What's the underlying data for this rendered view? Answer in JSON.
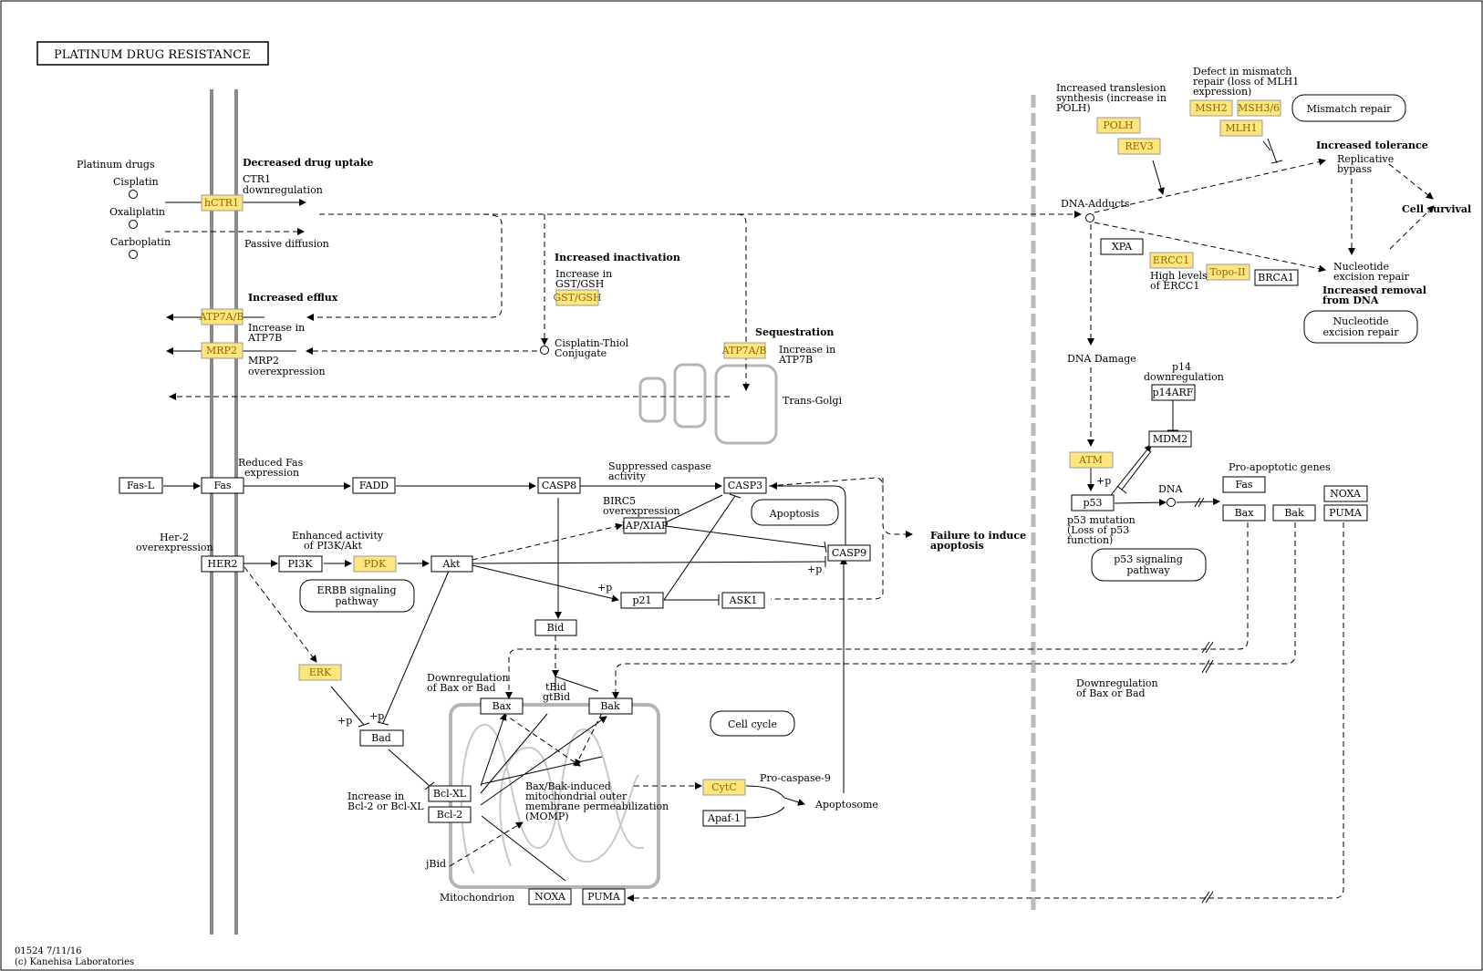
{
  "title": "PLATINUM DRUG RESISTANCE",
  "footer": {
    "line1": "01524 7/11/16",
    "line2": "(c) Kanehisa Laboratories"
  },
  "colors": {
    "gene_highlight": "#ffe57f",
    "membrane": "#8a8a8a",
    "organelle": "#b5b5b5"
  },
  "genes": {
    "hctr1": "hCTR1",
    "atp7ab_efflux": "ATP7A/B",
    "mrp2": "MRP2",
    "gstgsh": "GST/GSH",
    "atp7ab_seq": "ATP7A/B",
    "fasl": "Fas-L",
    "fas": "Fas",
    "fadd": "FADD",
    "casp8": "CASP8",
    "casp3": "CASP3",
    "iapxiap": "IAP/XIAP",
    "casp9": "CASP9",
    "her2": "HER2",
    "pi3k": "PI3K",
    "pdk": "PDK",
    "akt": "Akt",
    "p21": "p21",
    "ask1": "ASK1",
    "bid": "Bid",
    "erk": "ERK",
    "bad": "Bad",
    "bax_mito": "Bax",
    "bak_mito": "Bak",
    "bclxl": "Bcl-XL",
    "bcl2": "Bcl-2",
    "cytc": "CytC",
    "apaf1": "Apaf-1",
    "noxa_mito": "NOXA",
    "puma_mito": "PUMA",
    "polh": "POLH",
    "rev3": "REV3",
    "msh2": "MSH2",
    "msh36": "MSH3/6",
    "mlh1": "MLH1",
    "xpa": "XPA",
    "ercc1": "ERCC1",
    "topoii": "Topo-II",
    "brca1": "BRCA1",
    "p14arf": "p14ARF",
    "mdm2": "MDM2",
    "atm": "ATM",
    "p53": "p53",
    "fas_r": "Fas",
    "bax_r": "Bax",
    "bak_r": "Bak",
    "noxa_r": "NOXA",
    "puma_r": "PUMA"
  },
  "pathways": {
    "apoptosis": "Apoptosis",
    "erbb": [
      "ERBB signaling",
      "pathway"
    ],
    "cellcycle": "Cell cycle",
    "mismatch": "Mismatch repair",
    "ner": [
      "Nucleotide",
      "excision repair"
    ],
    "p53": [
      "p53 signaling",
      "pathway"
    ]
  },
  "labels": {
    "platinum_drugs": "Platinum drugs",
    "cisplatin": "Cisplatin",
    "oxaliplatin": "Oxaliplatin",
    "carboplatin": "Carboplatin",
    "decreased_uptake": "Decreased drug uptake",
    "ctr1_down": [
      "CTR1",
      "downregulation"
    ],
    "passive_diffusion": "Passive diffusion",
    "increased_efflux": "Increased efflux",
    "inc_atp7b_1": [
      "Increase in",
      "ATP7B"
    ],
    "mrp2_over": [
      "MRP2",
      "overexpression"
    ],
    "increased_inactivation": "Increased inactivation",
    "inc_gst": [
      "Increase in",
      "GST/GSH"
    ],
    "cisplatin_thiol": [
      "Cisplatin-Thiol",
      "Conjugate"
    ],
    "sequestration": "Sequestration",
    "inc_atp7b_2": [
      "Increase in",
      "ATP7B"
    ],
    "trans_golgi": "Trans-Golgi",
    "reduced_fas": [
      "Reduced Fas",
      "expression"
    ],
    "suppressed_caspase": [
      "Suppressed caspase",
      "activity"
    ],
    "birc5": [
      "BIRC5",
      "overexpression"
    ],
    "failure_apoptosis": [
      "Failure to induce",
      "apoptosis"
    ],
    "her2_over": [
      "Her-2",
      "overexpression"
    ],
    "pi3k_akt": [
      "Enhanced activity",
      "of PI3K/Akt"
    ],
    "plus_p": "+p",
    "down_bax_bad_left": [
      "Downregulation",
      "of Bax or Bad"
    ],
    "tbid": [
      "tBid",
      "gtBid"
    ],
    "momp": [
      "Bax/Bak-induced",
      "mitochondrial outer",
      "membrane  permeabilization",
      "(MOMP)"
    ],
    "procasp9": "Pro-caspase-9",
    "apoptosome": "Apoptosome",
    "inc_bcl": [
      "Increase in",
      "Bcl-2 or Bcl-XL"
    ],
    "jbid": "jBid",
    "mitochondrion": "Mitochondrion",
    "translesion": [
      "Increased translesion",
      "synthesis (increase in",
      "POLH)"
    ],
    "mismatch_defect": [
      "Defect in mismatch",
      "repair (loss of MLH1",
      "expression)"
    ],
    "increased_tolerance": "Increased tolerance",
    "replicative_bypass": [
      "Replicative",
      "bypass"
    ],
    "cell_survival": "Cell survival",
    "dna_adducts": "DNA-Adducts",
    "ercc1_high": [
      "High levels",
      "of ERCC1"
    ],
    "ner_label": [
      "Nucleotide",
      "excision repair"
    ],
    "increased_removal": [
      "Increased removal",
      "from DNA"
    ],
    "dna_damage": "DNA Damage",
    "p14_down": [
      "p14",
      "downregulation"
    ],
    "dna": "DNA",
    "p53_mutation": [
      "p53 mutation",
      "(Loss of p53",
      "function)"
    ],
    "proapoptotic": "Pro-apoptotic genes",
    "down_bax_bad_right": [
      "Downregulation",
      "of Bax or Bad"
    ]
  }
}
